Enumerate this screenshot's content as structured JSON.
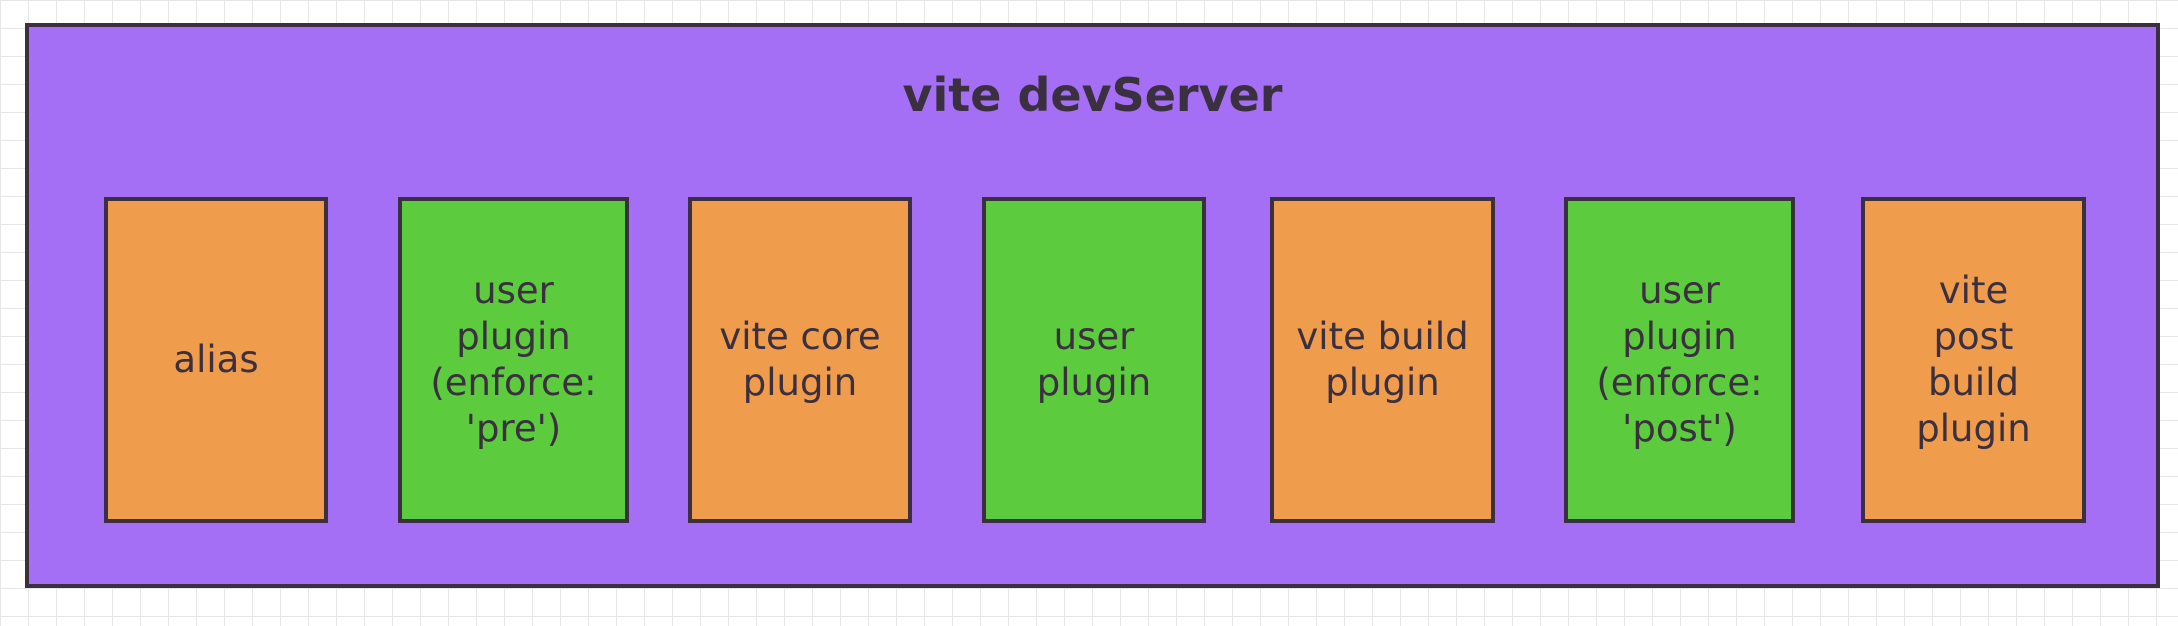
{
  "diagram": {
    "container": {
      "title": "vite devServer",
      "fill": "#a56ff5"
    },
    "colors": {
      "orange": "#f09c4d",
      "green": "#5dcb3e",
      "stroke": "#3b3040"
    },
    "boxes": [
      {
        "label": "alias",
        "color": "orange"
      },
      {
        "label": "user plugin (enforce: 'pre')",
        "color": "green"
      },
      {
        "label": "vite core plugin",
        "color": "orange"
      },
      {
        "label": "user plugin",
        "color": "green"
      },
      {
        "label": "vite build plugin",
        "color": "orange"
      },
      {
        "label": "user plugin (enforce: 'post')",
        "color": "green"
      },
      {
        "label": "vite post build plugin",
        "color": "orange"
      }
    ]
  }
}
